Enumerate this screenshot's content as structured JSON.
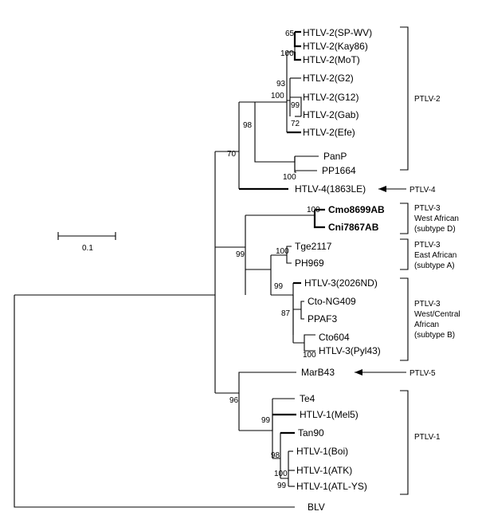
{
  "scale_bar": {
    "label": "0.1"
  },
  "taxa": {
    "sp_wv": "HTLV-2(SP-WV)",
    "kay86": "HTLV-2(Kay86)",
    "mot": "HTLV-2(MoT)",
    "g2": "HTLV-2(G2)",
    "g12": "HTLV-2(G12)",
    "gab": "HTLV-2(Gab)",
    "efe": "HTLV-2(Efe)",
    "panp": "PanP",
    "pp1664": "PP1664",
    "htlv4": "HTLV-4(1863LE)",
    "cmo": "Cmo8699AB",
    "cni": "Cni7867AB",
    "tge": "Tge2117",
    "ph969": "PH969",
    "htlv3nd": "HTLV-3(2026ND)",
    "cto_ng": "Cto-NG409",
    "ppaf3": "PPAF3",
    "cto604": "Cto604",
    "pyl43": "HTLV-3(Pyl43)",
    "marb43": "MarB43",
    "te4": "Te4",
    "mel5": "HTLV-1(Mel5)",
    "tan90": "Tan90",
    "boi": "HTLV-1(Boi)",
    "atk": "HTLV-1(ATK)",
    "atl_ys": "HTLV-1(ATL-YS)",
    "blv": "BLV"
  },
  "bootstrap": {
    "b65": "65",
    "b100a": "100",
    "b93": "93",
    "b99a": "99",
    "b72": "72",
    "b100b": "100",
    "b98": "98",
    "b100c": "100",
    "b70": "70",
    "b100d": "100",
    "b100e": "100",
    "b99b": "99",
    "b99c": "99",
    "b87": "87",
    "b100f": "100",
    "b96": "96",
    "b99d": "99",
    "b98b": "98",
    "b100g": "100",
    "b99e": "99"
  },
  "groups": {
    "ptlv2": [
      "PTLV-2"
    ],
    "ptlv4": [
      "PTLV-4"
    ],
    "ptlv3_west": [
      "PTLV-3",
      "West African",
      "(subtype D)"
    ],
    "ptlv3_east": [
      "PTLV-3",
      "East African",
      "(subtype A)"
    ],
    "ptlv3_central": [
      "PTLV-3",
      "West/Central",
      "African",
      "(subtype B)"
    ],
    "ptlv5": [
      "PTLV-5"
    ],
    "ptlv1": [
      "PTLV-1"
    ]
  },
  "colors": {
    "line": "#000000",
    "background": "#ffffff"
  }
}
